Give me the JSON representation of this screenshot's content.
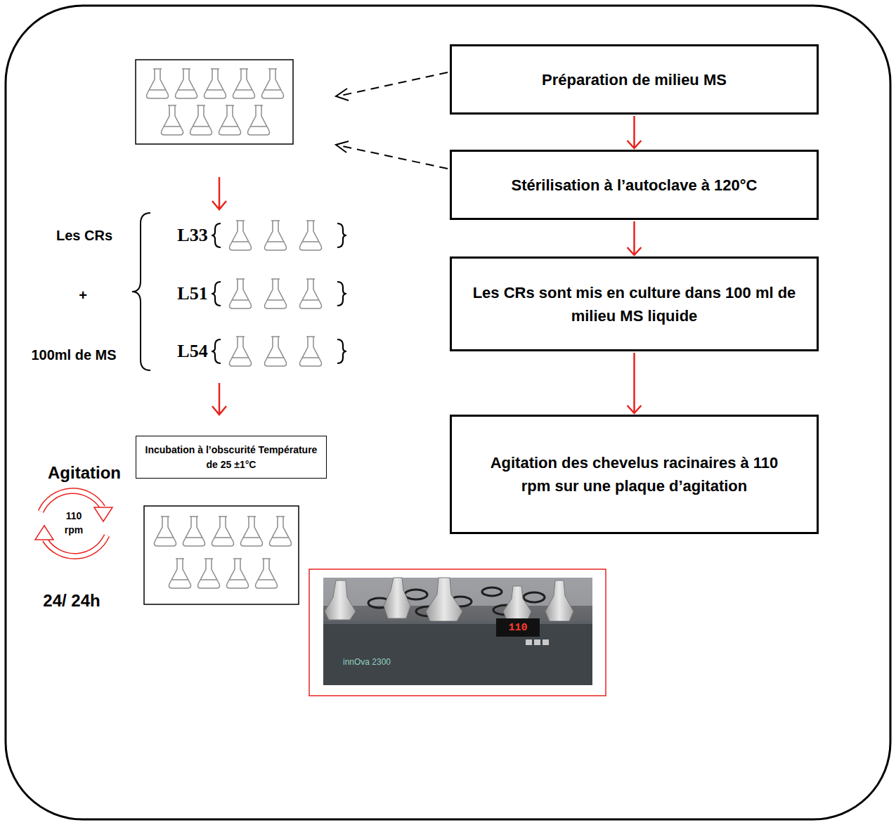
{
  "diagram": {
    "nodes": [
      {
        "text": [
          "Préparation de milieu MS"
        ]
      },
      {
        "text": [
          "Stérilisation à l’autoclave à 120°C"
        ]
      },
      {
        "text": [
          "Les CRs sont mis en culture dans 100 ml de milieu MS liquide"
        ]
      },
      {
        "text": [
          "Agitation des chevelus racinaires à 110 rpm sur une plaque d’agitation"
        ]
      },
      {
        "text": [
          "Incubation à l’obscurité Température de 25 ±1°C"
        ]
      }
    ],
    "edges": [
      {
        "from": 0,
        "to": 1,
        "arrow": "to"
      },
      {
        "from": 1,
        "to": 2,
        "arrow": "to"
      },
      {
        "from": 2,
        "to": 3,
        "arrow": "to"
      }
    ],
    "labels": [
      "Les CRs",
      "+",
      "100ml de MS",
      "L33",
      "L51",
      "L54",
      "Agitation",
      "110 rpm",
      "24/ 24h",
      "innOva 2300",
      "110"
    ]
  }
}
